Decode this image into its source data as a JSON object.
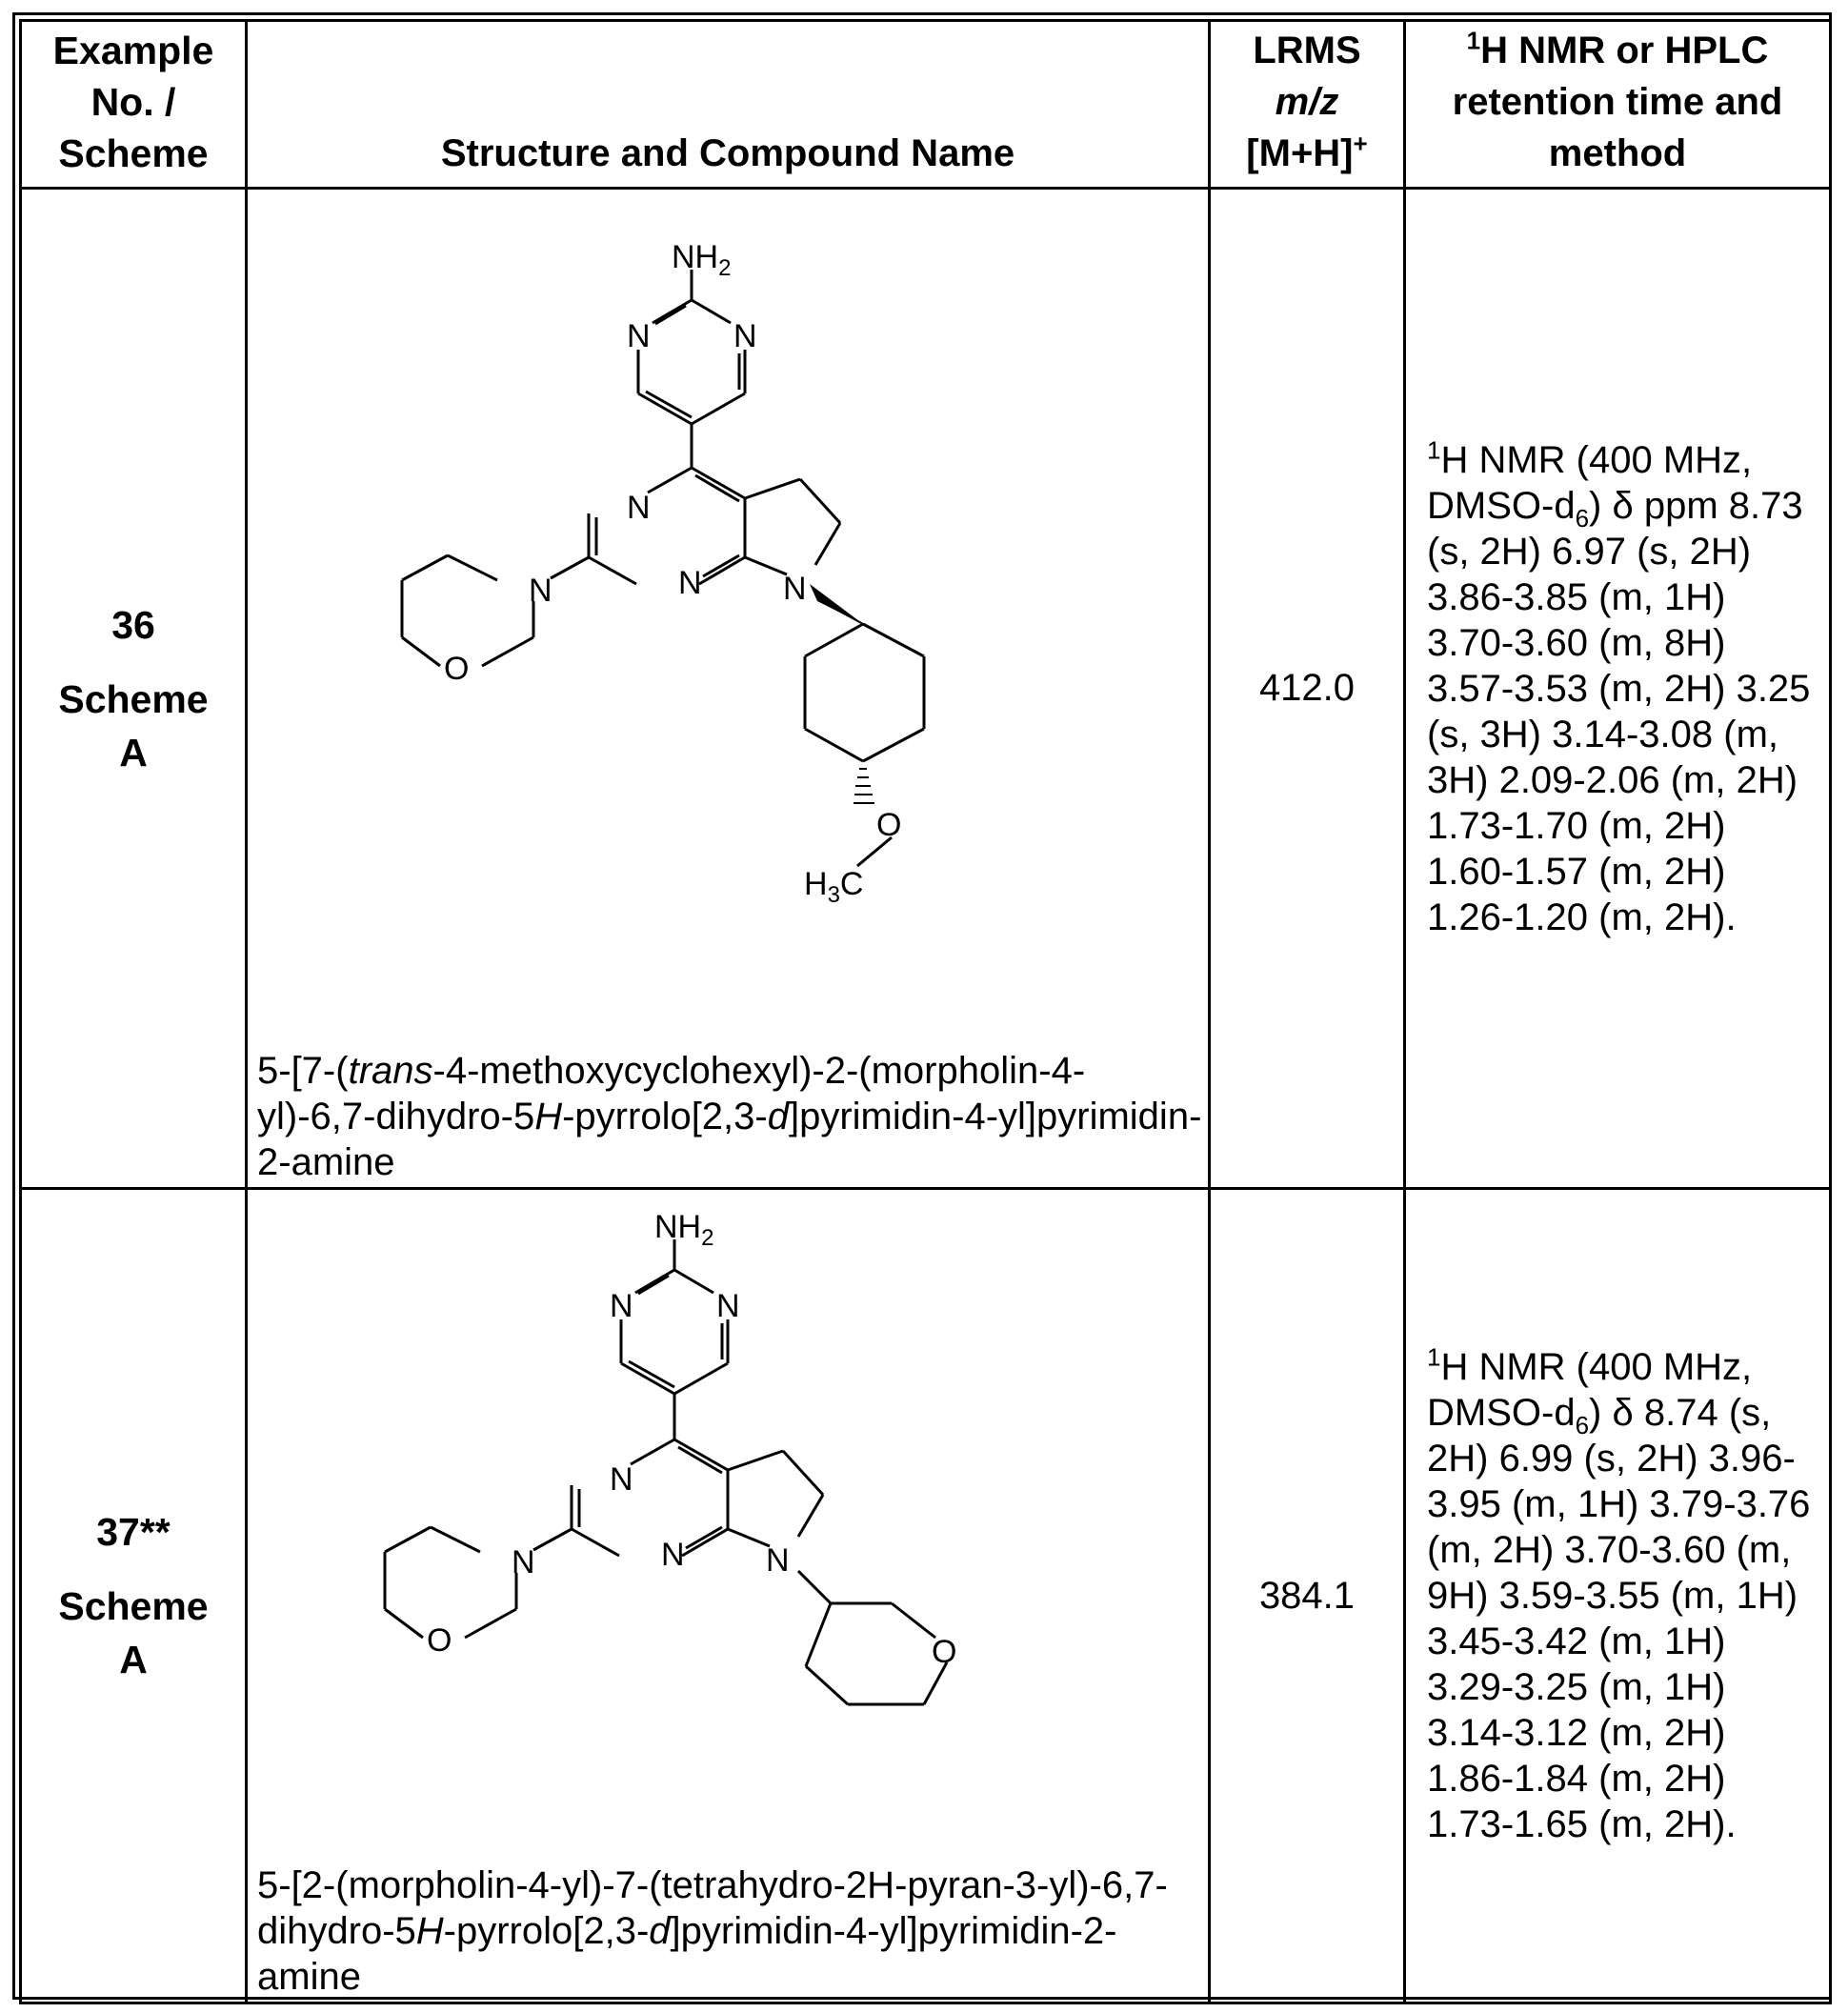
{
  "header": {
    "col1": [
      "Example",
      "No. /",
      "Scheme"
    ],
    "col2": "Structure and Compound Name",
    "col3": [
      "LRMS",
      "m/z",
      "[M+H]",
      "+"
    ],
    "col4": [
      "1",
      "H NMR or HPLC",
      "retention time and",
      "method"
    ]
  },
  "rows": [
    {
      "number": "36",
      "scheme": [
        "Scheme",
        "A"
      ],
      "name_parts": [
        "5-[7-(",
        "trans",
        "-4-methoxycyclohexyl)-2-(morpholin-4-yl)-6,7-dihydro-5",
        "H",
        "-pyrrolo[2,3-",
        "d",
        "]pyrimidin-4-yl]pyrimidin-2-amine"
      ],
      "lrms": "412.0",
      "nmr_sup": "1",
      "nmr_lead": "H NMR (400 MHz, DMSO-d",
      "nmr_sub": "6",
      "nmr_rest": ") δ ppm 8.73 (s, 2H) 6.97 (s, 2H) 3.86-3.85 (m, 1H) 3.70-3.60 (m, 8H) 3.57-3.53 (m, 2H) 3.25 (s, 3H) 3.14-3.08 (m, 3H) 2.09-2.06 (m, 2H) 1.73-1.70 (m, 2H) 1.60-1.57 (m, 2H) 1.26-1.20 (m, 2H).",
      "atoms": {
        "nh2": "NH",
        "nh2_sub": "2",
        "n": "N",
        "o": "O",
        "h3c": "H",
        "h3c_sub": "3",
        "h3c_c": "C"
      }
    },
    {
      "number": "37**",
      "scheme": [
        "Scheme",
        "A"
      ],
      "name_parts": [
        "5-[2-(morpholin-4-yl)-7-(tetrahydro-2H-pyran-3-yl)-6,7-dihydro-5",
        "H",
        "-pyrrolo[2,3-",
        "d",
        "]pyrimidin-4-yl]pyrimidin-2-amine"
      ],
      "lrms": "384.1",
      "nmr_sup": "1",
      "nmr_lead": "H NMR (400 MHz, DMSO-d",
      "nmr_sub": "6",
      "nmr_rest": ") δ 8.74 (s, 2H) 6.99 (s, 2H) 3.96-3.95 (m, 1H) 3.79-3.76 (m, 2H) 3.70-3.60 (m, 9H) 3.59-3.55 (m, 1H) 3.45-3.42 (m, 1H) 3.29-3.25 (m, 1H) 3.14-3.12 (m, 2H) 1.86-1.84 (m, 2H) 1.73-1.65 (m, 2H).",
      "atoms": {
        "nh2": "NH",
        "nh2_sub": "2",
        "n": "N",
        "o": "O"
      }
    }
  ]
}
